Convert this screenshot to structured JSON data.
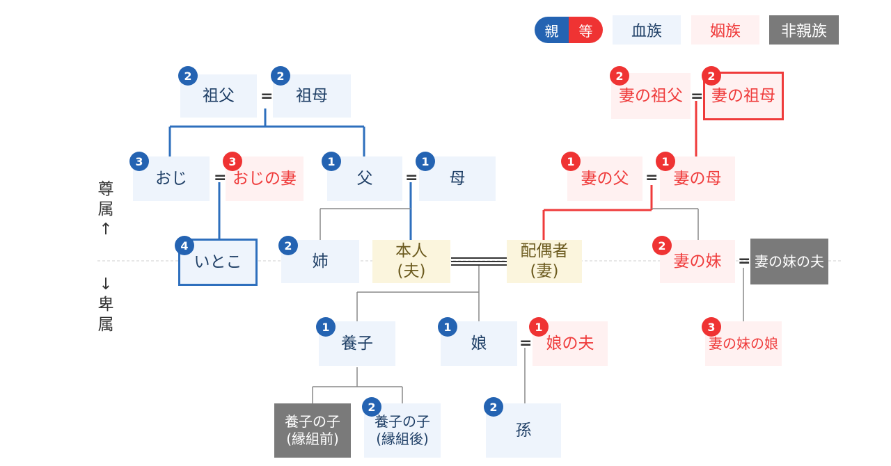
{
  "legend": {
    "degree_left": "親",
    "degree_right": "等",
    "blood": "血族",
    "inlaw": "姻族",
    "nonrelative": "非親族",
    "colors": {
      "blood": "#2463b2",
      "inlaw": "#ef3333",
      "nonrelative": "#7a7a7a",
      "self": "#fbf5dd"
    }
  },
  "axis": {
    "up": "尊\n属\n↑",
    "down": "↓\n卑\n属"
  },
  "equals": "=",
  "persons": {
    "grandfather": {
      "label": "祖父",
      "degree": "2"
    },
    "grandmother": {
      "label": "祖母",
      "degree": "2"
    },
    "uncle": {
      "label": "おじ",
      "degree": "3"
    },
    "uncle_wife": {
      "label": "おじの妻",
      "degree": "3"
    },
    "father": {
      "label": "父",
      "degree": "1"
    },
    "mother": {
      "label": "母",
      "degree": "1"
    },
    "cousin": {
      "label": "いとこ",
      "degree": "4"
    },
    "sister": {
      "label": "姉",
      "degree": "2"
    },
    "self": {
      "label": "本人\n(夫)"
    },
    "spouse": {
      "label": "配偶者\n(妻)"
    },
    "adopted_child": {
      "label": "養子",
      "degree": "1"
    },
    "daughter": {
      "label": "娘",
      "degree": "1"
    },
    "daughter_husband": {
      "label": "娘の夫",
      "degree": "1"
    },
    "adopted_child_child_before": {
      "label": "養子の子\n(縁組前)"
    },
    "adopted_child_child_after": {
      "label": "養子の子\n(縁組後)",
      "degree": "2"
    },
    "grandchild": {
      "label": "孫",
      "degree": "2"
    },
    "wife_grandfather": {
      "label": "妻の祖父",
      "degree": "2"
    },
    "wife_grandmother": {
      "label": "妻の祖母",
      "degree": "2"
    },
    "wife_father": {
      "label": "妻の父",
      "degree": "1"
    },
    "wife_mother": {
      "label": "妻の母",
      "degree": "1"
    },
    "wife_sister": {
      "label": "妻の妹",
      "degree": "2"
    },
    "wife_sister_husband": {
      "label": "妻の妹の夫"
    },
    "wife_sister_daughter": {
      "label": "妻の妹の娘",
      "degree": "3"
    }
  }
}
